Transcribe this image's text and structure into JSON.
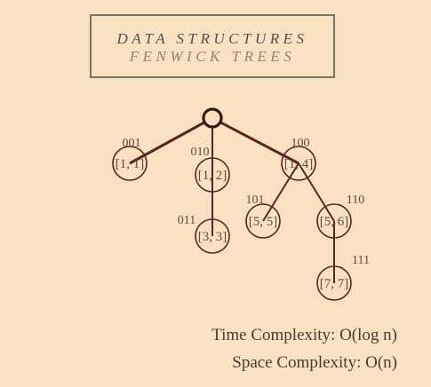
{
  "header": {
    "line1": "DATA STRUCTURES",
    "line2": "FENWICK TREES"
  },
  "tree": {
    "nodes": [
      {
        "id": "n1",
        "range": "[1, 1]",
        "index": "001"
      },
      {
        "id": "n2",
        "range": "[1, 2]",
        "index": "010"
      },
      {
        "id": "n3",
        "range": "[3, 3]",
        "index": "011"
      },
      {
        "id": "n4",
        "range": "[1, 4]",
        "index": "100"
      },
      {
        "id": "n5",
        "range": "[5, 5]",
        "index": "101"
      },
      {
        "id": "n6",
        "range": "[5, 6]",
        "index": "110"
      },
      {
        "id": "n7",
        "range": "[7, 7]",
        "index": "111"
      }
    ]
  },
  "complexity": {
    "time": "Time Complexity: O(log n)",
    "space": "Space Complexity: O(n)"
  }
}
